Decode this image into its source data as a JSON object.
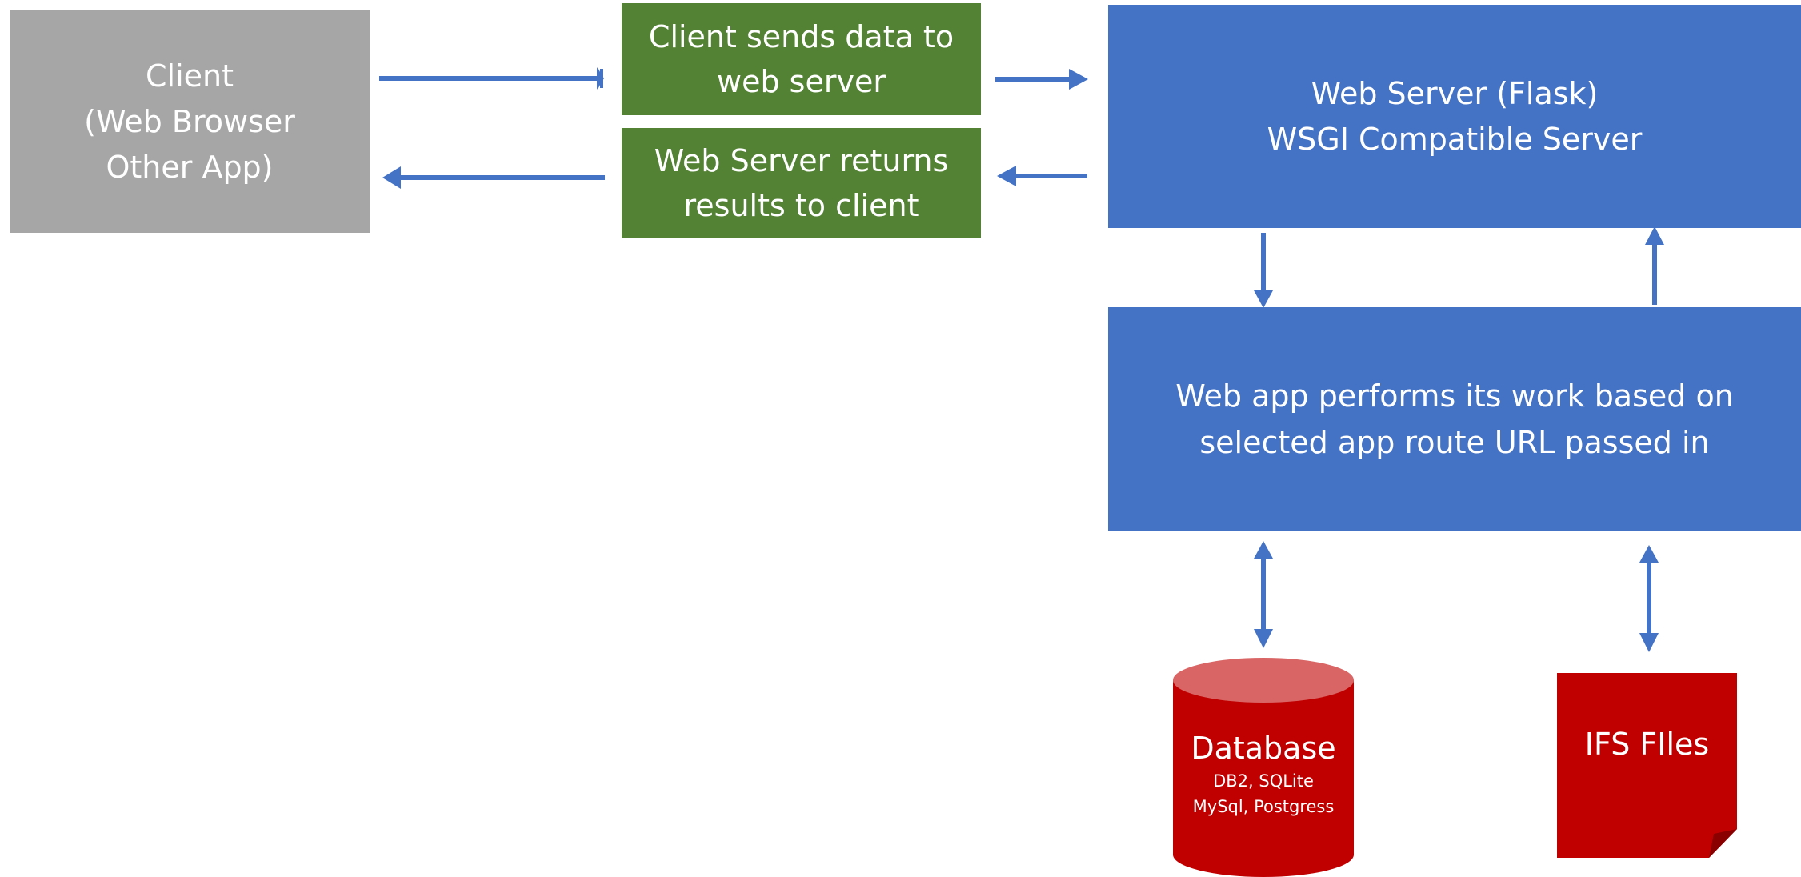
{
  "colors": {
    "client_box": "#a6a6a6",
    "message_box": "#548235",
    "server_box": "#4472c4",
    "arrow": "#4472c4",
    "storage": "#c00000",
    "cylinder_top": "#d96565"
  },
  "client": {
    "lines": [
      "Client",
      "(Web Browser",
      "Other App)"
    ]
  },
  "messages": {
    "send": [
      "Client sends data to",
      "web server"
    ],
    "return": [
      "Web Server returns",
      "results to client"
    ]
  },
  "web_server": {
    "lines": [
      "Web Server (Flask)",
      "WSGI Compatible Server"
    ]
  },
  "web_app": {
    "lines": [
      "Web app performs its work based on",
      "selected app route URL passed in"
    ]
  },
  "database": {
    "title": "Database",
    "sub": [
      "DB2, SQLite",
      "MySql, Postgress"
    ]
  },
  "ifs": {
    "title": "IFS FIles"
  }
}
